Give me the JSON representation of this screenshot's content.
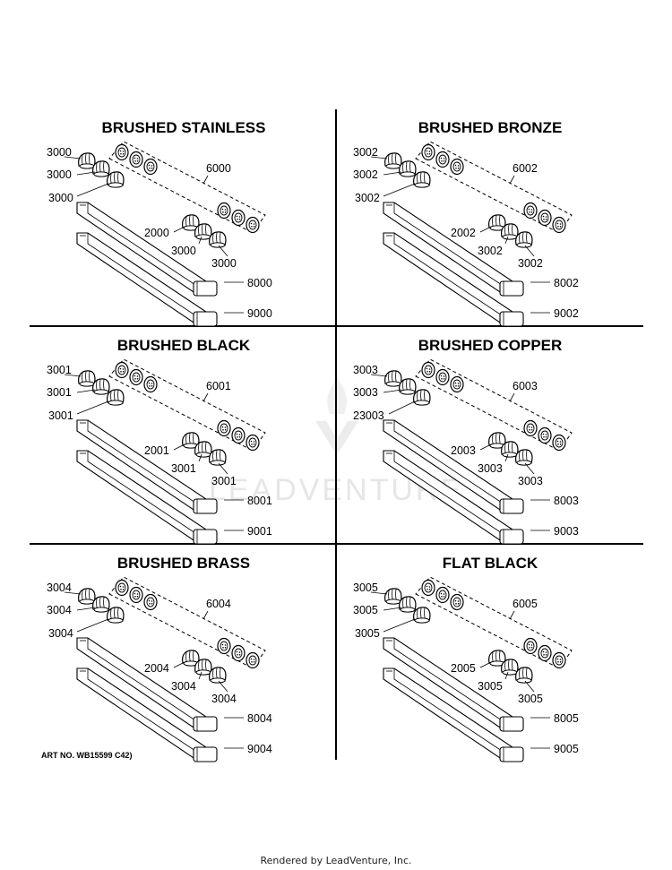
{
  "watermark_text": "LEADVENTURE",
  "art_number": "ART NO. WB15599 C42)",
  "footer": "Rendered by LeadVenture, Inc.",
  "panels": [
    {
      "title": "BRUSHED STAINLESS",
      "knob_a": "3000",
      "knob_b": "3000",
      "knob_c": "3000",
      "switch_set": "6000",
      "knob_left": "2000",
      "knob_mid": "3000",
      "knob_right": "3000",
      "handle_long": "8000",
      "handle_short": "9000"
    },
    {
      "title": "BRUSHED BRONZE",
      "knob_a": "3002",
      "knob_b": "3002",
      "knob_c": "3002",
      "switch_set": "6002",
      "knob_left": "2002",
      "knob_mid": "3002",
      "knob_right": "3002",
      "handle_long": "8002",
      "handle_short": "9002"
    },
    {
      "title": "BRUSHED BLACK",
      "knob_a": "3001",
      "knob_b": "3001",
      "knob_c": "3001",
      "switch_set": "6001",
      "knob_left": "2001",
      "knob_mid": "3001",
      "knob_right": "3001",
      "handle_long": "8001",
      "handle_short": "9001"
    },
    {
      "title": "BRUSHED COPPER",
      "knob_a": "3003",
      "knob_b": "3003",
      "knob_c": "23003",
      "switch_set": "6003",
      "knob_left": "2003",
      "knob_mid": "3003",
      "knob_right": "3003",
      "handle_long": "8003",
      "handle_short": "9003"
    },
    {
      "title": "BRUSHED BRASS",
      "knob_a": "3004",
      "knob_b": "3004",
      "knob_c": "3004",
      "switch_set": "6004",
      "knob_left": "2004",
      "knob_mid": "3004",
      "knob_right": "3004",
      "handle_long": "8004",
      "handle_short": "9004"
    },
    {
      "title": "FLAT BLACK",
      "knob_a": "3005",
      "knob_b": "3005",
      "knob_c": "3005",
      "switch_set": "6005",
      "knob_left": "2005",
      "knob_mid": "3005",
      "knob_right": "3005",
      "handle_long": "8005",
      "handle_short": "9005"
    }
  ]
}
